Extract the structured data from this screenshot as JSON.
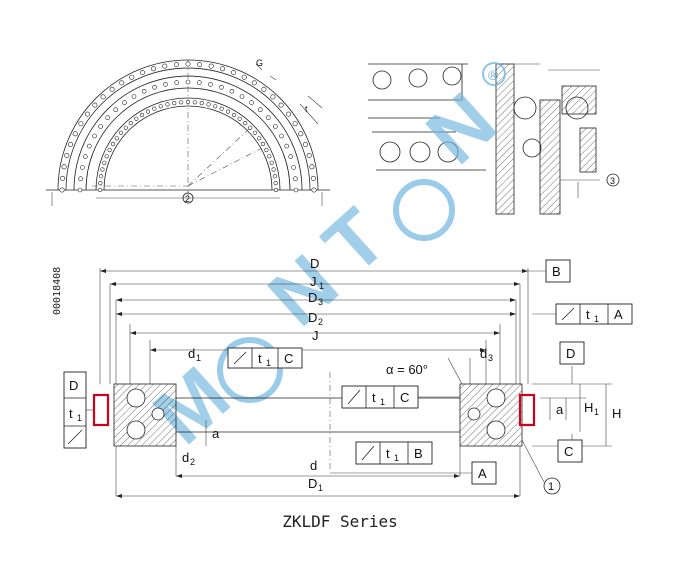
{
  "caption": "ZKLDF Series",
  "doc_id": "00018408",
  "watermark": {
    "text": "MONTON",
    "color": "#6fb6e0",
    "registered_mark": "®"
  },
  "labels": {
    "D": "D",
    "J1": "J",
    "J1_sub": "1",
    "D3": "D",
    "D3_sub": "3",
    "D2": "D",
    "D2_sub": "2",
    "J": "J",
    "d1": "d",
    "d1_sub": "1",
    "d2": "d",
    "d2_sub": "2",
    "d3": "d",
    "d3_sub": "3",
    "d": "d",
    "D1": "D",
    "D1_sub": "1",
    "alpha": "α = 60°",
    "a_left": "a",
    "a_right": "a",
    "H1": "H",
    "H1_sub": "1",
    "H": "H",
    "G": "G",
    "t": "t",
    "callout1": "1",
    "callout2": "2",
    "callout3": "3"
  },
  "frames": {
    "f1": {
      "tol": "t",
      "tol_sub": "1",
      "datum": "A"
    },
    "f2": {
      "tol": "t",
      "tol_sub": "1",
      "datum": "C"
    },
    "f3": {
      "tol": "t",
      "tol_sub": "1",
      "datum": "C"
    },
    "f4": {
      "tol": "t",
      "tol_sub": "1",
      "datum": "B"
    },
    "f5": {
      "tol": "t",
      "tol_sub": "1",
      "datum": "D"
    }
  },
  "datums": {
    "B": "B",
    "D": "D",
    "C": "C",
    "A": "A"
  },
  "colors": {
    "line": "#222222",
    "accent_red": "#d0021b"
  }
}
